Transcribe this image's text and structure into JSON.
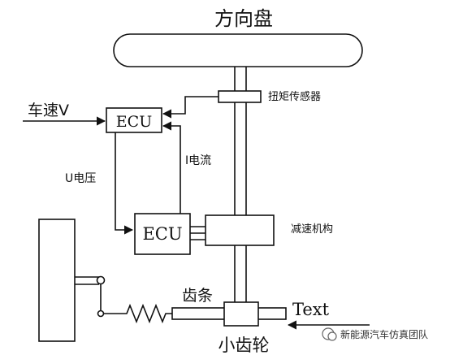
{
  "labels": {
    "steering_wheel": "方向盘",
    "torque_sensor": "扭矩传感器",
    "vehicle_speed": "车速V",
    "ecu_top": "ECU",
    "current": "I电流",
    "voltage": "U电压",
    "ecu_bottom": "ECU",
    "reducer": "减速机构",
    "rack": "齿条",
    "pinion": "小齿轮",
    "text_input": "Text"
  },
  "watermark": {
    "text": "新能源汽车仿真团队"
  },
  "colors": {
    "line": "#111111",
    "background": "#ffffff"
  }
}
